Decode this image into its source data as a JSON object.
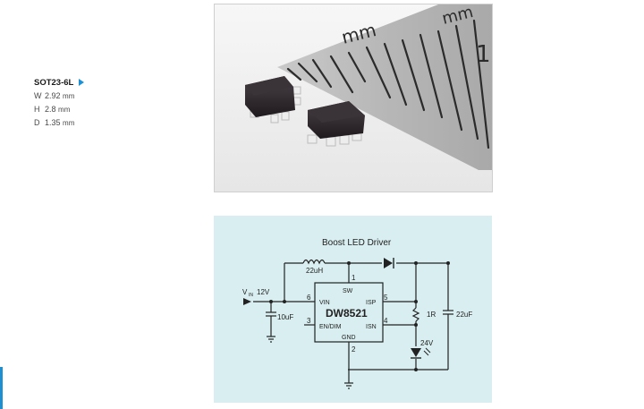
{
  "package": {
    "name": "SOT23-6L",
    "dims": [
      {
        "key": "W",
        "value": "2.92",
        "unit": "mm"
      },
      {
        "key": "H",
        "value": "2.8",
        "unit": "mm"
      },
      {
        "key": "D",
        "value": "1.35",
        "unit": "mm"
      }
    ]
  },
  "photo": {
    "ruler_unit": "mm",
    "ruler_number": "1"
  },
  "schematic": {
    "title": "Boost LED Driver",
    "chip": "DW8521",
    "vin_label": "V",
    "vin_sub": "IN",
    "vin_value": "12V",
    "inductor": "22uH",
    "cap_in": "10uF",
    "resistor": "1R",
    "cap_out": "22uF",
    "led_voltage": "24V",
    "pins": {
      "sw": "SW",
      "vin": "VIN",
      "isp": "ISP",
      "en": "EN/DIM",
      "isn": "ISN",
      "gnd": "GND"
    },
    "pin_numbers": {
      "p1": "1",
      "p2": "2",
      "p3": "3",
      "p4": "4",
      "p5": "5",
      "p6": "6"
    }
  },
  "colors": {
    "schematic_bg": "#d9eef0",
    "accent": "#1e90d6"
  }
}
